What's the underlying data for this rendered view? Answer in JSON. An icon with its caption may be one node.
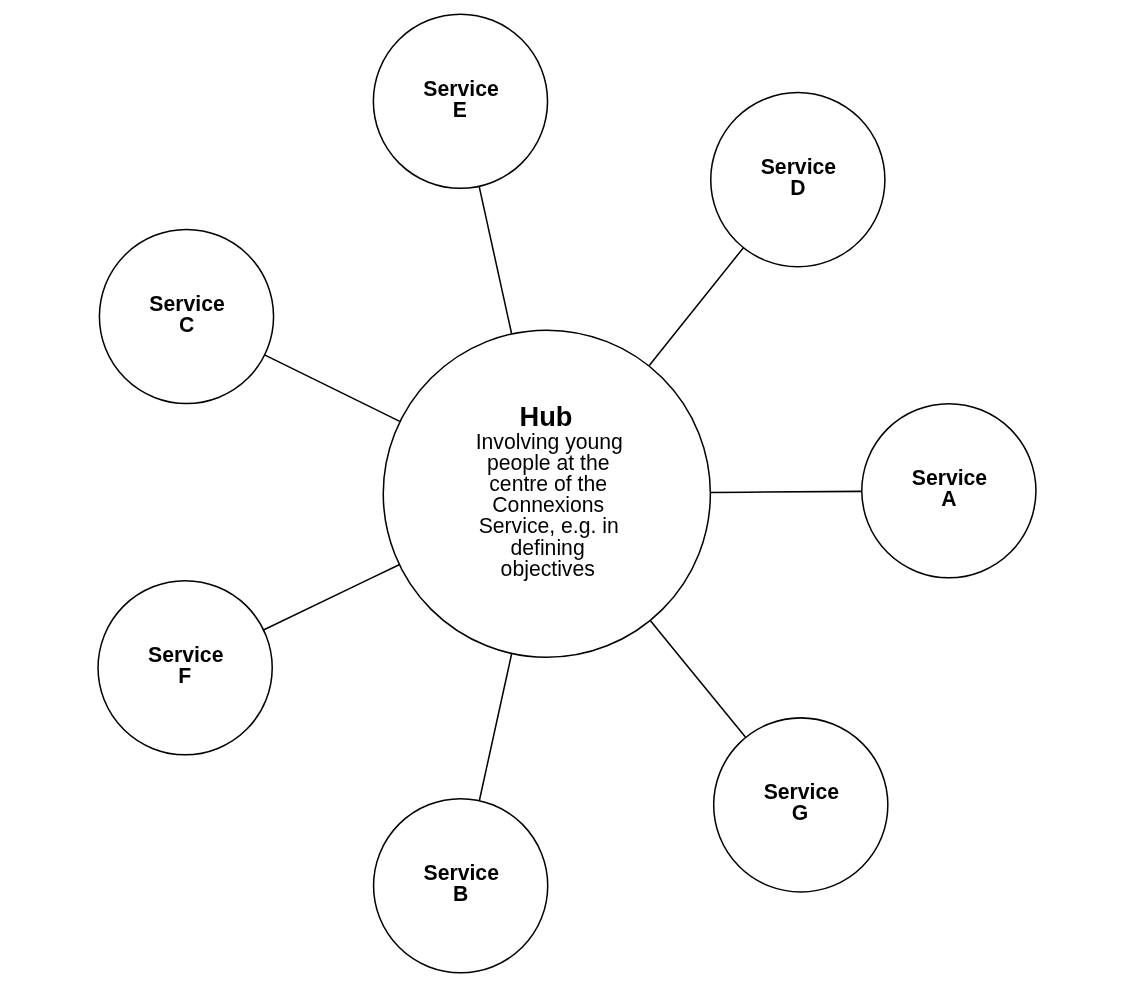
{
  "diagram": {
    "nodes": [
      {
        "text": [
          "Hub",
          "Involving young people at the centre of the Connexions Service, e.g. in defining objectives"
        ]
      },
      {
        "text": [
          "Service A"
        ]
      },
      {
        "text": [
          "Service B"
        ]
      },
      {
        "text": [
          "Service C"
        ]
      },
      {
        "text": [
          "Service D"
        ]
      },
      {
        "text": [
          "Service E"
        ]
      },
      {
        "text": [
          "Service F"
        ]
      },
      {
        "text": [
          "Service G"
        ]
      }
    ],
    "edges": [
      {
        "from": 0,
        "to": 1,
        "arrow": "none"
      },
      {
        "from": 0,
        "to": 2,
        "arrow": "none"
      },
      {
        "from": 0,
        "to": 3,
        "arrow": "none"
      },
      {
        "from": 0,
        "to": 4,
        "arrow": "none"
      },
      {
        "from": 0,
        "to": 5,
        "arrow": "none"
      },
      {
        "from": 0,
        "to": 6,
        "arrow": "none"
      },
      {
        "from": 0,
        "to": 7,
        "arrow": "none"
      }
    ]
  }
}
